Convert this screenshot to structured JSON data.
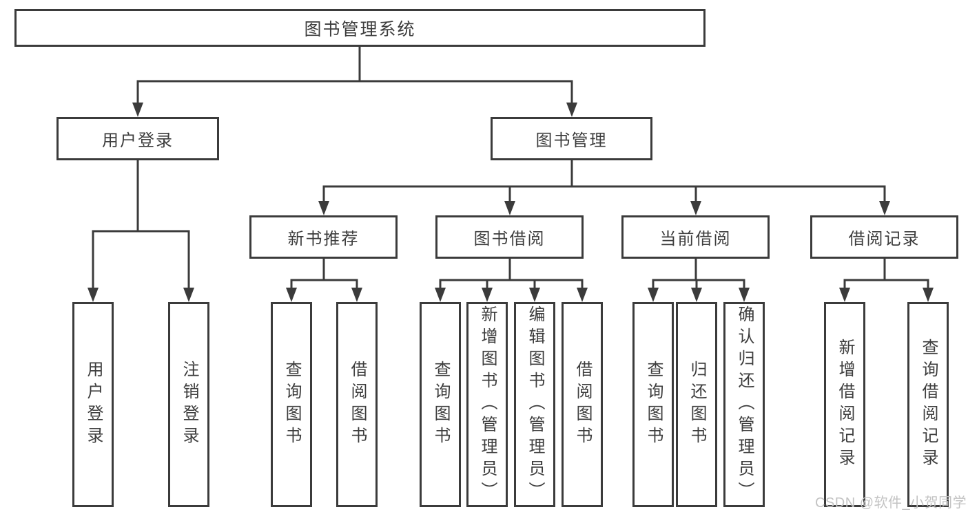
{
  "diagram": {
    "title": "图书管理系统",
    "root": {
      "label": "图书管理系统"
    },
    "level2": [
      {
        "label": "用户登录"
      },
      {
        "label": "图书管理"
      }
    ],
    "level3": [
      {
        "label": "新书推荐"
      },
      {
        "label": "图书借阅"
      },
      {
        "label": "当前借阅"
      },
      {
        "label": "借阅记录"
      }
    ],
    "leaves": [
      {
        "label": "用户登录"
      },
      {
        "label": "注销登录"
      },
      {
        "label": "查询图书"
      },
      {
        "label": "借阅图书"
      },
      {
        "label": "查询图书"
      },
      {
        "label": "新增图书（管理员）"
      },
      {
        "label": "编辑图书（管理员）"
      },
      {
        "label": "借阅图书"
      },
      {
        "label": "查询图书"
      },
      {
        "label": "归还图书"
      },
      {
        "label": "确认归还（管理员）"
      },
      {
        "label": "新增借阅记录"
      },
      {
        "label": "查询借阅记录"
      }
    ],
    "watermark": "CSDN @软件_小贺同学",
    "colors": {
      "line": "#3b3b3b",
      "text": "#3d3d3d",
      "watermark": "#c3c3c3",
      "background": "#ffffff"
    }
  }
}
